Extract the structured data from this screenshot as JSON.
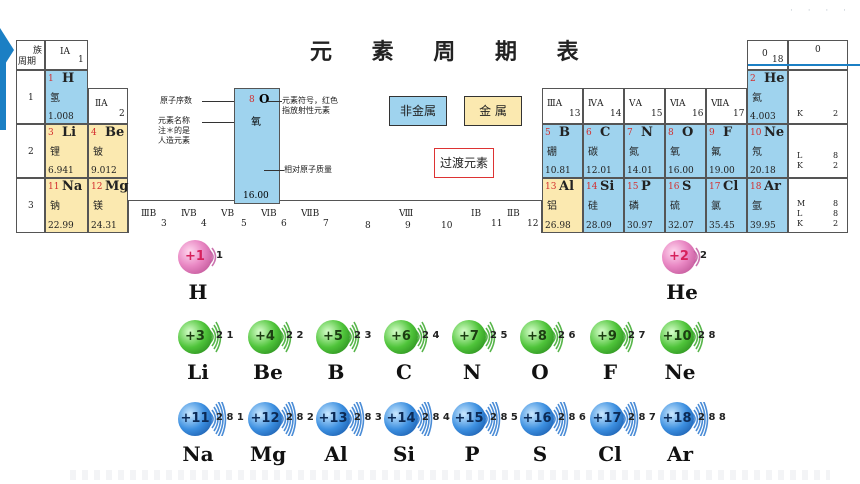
{
  "title": "元 素 周 期 表",
  "header": {
    "period_label": "周期",
    "group_label": "族"
  },
  "periods": [
    "1",
    "2",
    "3"
  ],
  "group_headers": {
    "IA": "ⅠA",
    "IA_num": "1",
    "IIA": "ⅡA",
    "IIA_num": "2",
    "IIIA": "ⅢA",
    "IIIA_num": "13",
    "IVA": "ⅣA",
    "IVA_num": "14",
    "VA": "ⅤA",
    "VA_num": "15",
    "VIA": "ⅥA",
    "VIA_num": "16",
    "VIIA": "ⅦA",
    "VIIA_num": "17",
    "zero": "0",
    "zero_num": "18",
    "zero_col": "0",
    "IIIB": "ⅢB",
    "IIIB_num": "3",
    "IVB": "ⅣB",
    "IVB_num": "4",
    "VB": "ⅤB",
    "VB_num": "5",
    "VIB": "ⅥB",
    "VIB_num": "6",
    "VIIB": "ⅦB",
    "VIIB_num": "7",
    "VIII": "Ⅷ",
    "VIII_n8": "8",
    "VIII_n9": "9",
    "VIII_n10": "10",
    "IB": "ⅠB",
    "IB_num": "11",
    "IIB": "ⅡB",
    "IIB_num": "12"
  },
  "shells": {
    "p1": "K",
    "p1_n": "2",
    "p2a": "L",
    "p2b": "K",
    "p2_n1": "8",
    "p2_n2": "2",
    "p3a": "M",
    "p3b": "L",
    "p3c": "K",
    "p3_n1": "8",
    "p3_n2": "8",
    "p3_n3": "2"
  },
  "legend": {
    "z": "8",
    "sym": "O",
    "cn": "氧",
    "mass": "16.00",
    "atomic_number_label": "原子序数",
    "name_label": "元素名称\n注＊的是\n人造元素",
    "symbol_label": "元素符号，红色\n指放射性元素",
    "mass_label": "相对原子质量"
  },
  "keys": {
    "nonmetal": "非金属",
    "metal": "金 属",
    "transition": "过渡元素"
  },
  "elements": [
    {
      "z": "1",
      "sym": "H",
      "cn": "氢",
      "mass": "1.008"
    },
    {
      "z": "2",
      "sym": "He",
      "cn": "氦",
      "mass": "4.003"
    },
    {
      "z": "3",
      "sym": "Li",
      "cn": "锂",
      "mass": "6.941"
    },
    {
      "z": "4",
      "sym": "Be",
      "cn": "铍",
      "mass": "9.012"
    },
    {
      "z": "5",
      "sym": "B",
      "cn": "硼",
      "mass": "10.81"
    },
    {
      "z": "6",
      "sym": "C",
      "cn": "碳",
      "mass": "12.01"
    },
    {
      "z": "7",
      "sym": "N",
      "cn": "氮",
      "mass": "14.01"
    },
    {
      "z": "8",
      "sym": "O",
      "cn": "氧",
      "mass": "16.00"
    },
    {
      "z": "9",
      "sym": "F",
      "cn": "氟",
      "mass": "19.00"
    },
    {
      "z": "10",
      "sym": "Ne",
      "cn": "氖",
      "mass": "20.18"
    },
    {
      "z": "11",
      "sym": "Na",
      "cn": "钠",
      "mass": "22.99"
    },
    {
      "z": "12",
      "sym": "Mg",
      "cn": "镁",
      "mass": "24.31"
    },
    {
      "z": "13",
      "sym": "Al",
      "cn": "铝",
      "mass": "26.98"
    },
    {
      "z": "14",
      "sym": "Si",
      "cn": "硅",
      "mass": "28.09"
    },
    {
      "z": "15",
      "sym": "P",
      "cn": "磷",
      "mass": "30.97"
    },
    {
      "z": "16",
      "sym": "S",
      "cn": "硫",
      "mass": "32.07"
    },
    {
      "z": "17",
      "sym": "Cl",
      "cn": "氯",
      "mass": "35.45"
    },
    {
      "z": "18",
      "sym": "Ar",
      "cn": "氩",
      "mass": "39.95"
    }
  ],
  "atoms": [
    {
      "charge": "+1",
      "config": "1",
      "sym": "H"
    },
    {
      "charge": "+2",
      "config": "2",
      "sym": "He"
    },
    {
      "charge": "+3",
      "config": "2 1",
      "sym": "Li"
    },
    {
      "charge": "+4",
      "config": "2 2",
      "sym": "Be"
    },
    {
      "charge": "+5",
      "config": "2 3",
      "sym": "B"
    },
    {
      "charge": "+6",
      "config": "2 4",
      "sym": "C"
    },
    {
      "charge": "+7",
      "config": "2 5",
      "sym": "N"
    },
    {
      "charge": "+8",
      "config": "2 6",
      "sym": "O"
    },
    {
      "charge": "+9",
      "config": "2 7",
      "sym": "F"
    },
    {
      "charge": "+10",
      "config": "2 8",
      "sym": "Ne"
    },
    {
      "charge": "+11",
      "config": "2 8 1",
      "sym": "Na"
    },
    {
      "charge": "+12",
      "config": "2 8 2",
      "sym": "Mg"
    },
    {
      "charge": "+13",
      "config": "2 8 3",
      "sym": "Al"
    },
    {
      "charge": "+14",
      "config": "2 8 4",
      "sym": "Si"
    },
    {
      "charge": "+15",
      "config": "2 8 5",
      "sym": "P"
    },
    {
      "charge": "+16",
      "config": "2 8 6",
      "sym": "S"
    },
    {
      "charge": "+17",
      "config": "2 8 7",
      "sym": "Cl"
    },
    {
      "charge": "+18",
      "config": "2 8 8",
      "sym": "Ar"
    }
  ],
  "colors": {
    "metal": "#fbe9b0",
    "nonmetal": "#9fd3ee",
    "accent": "#1b7fc4",
    "radioactive": "#d32d2d"
  }
}
